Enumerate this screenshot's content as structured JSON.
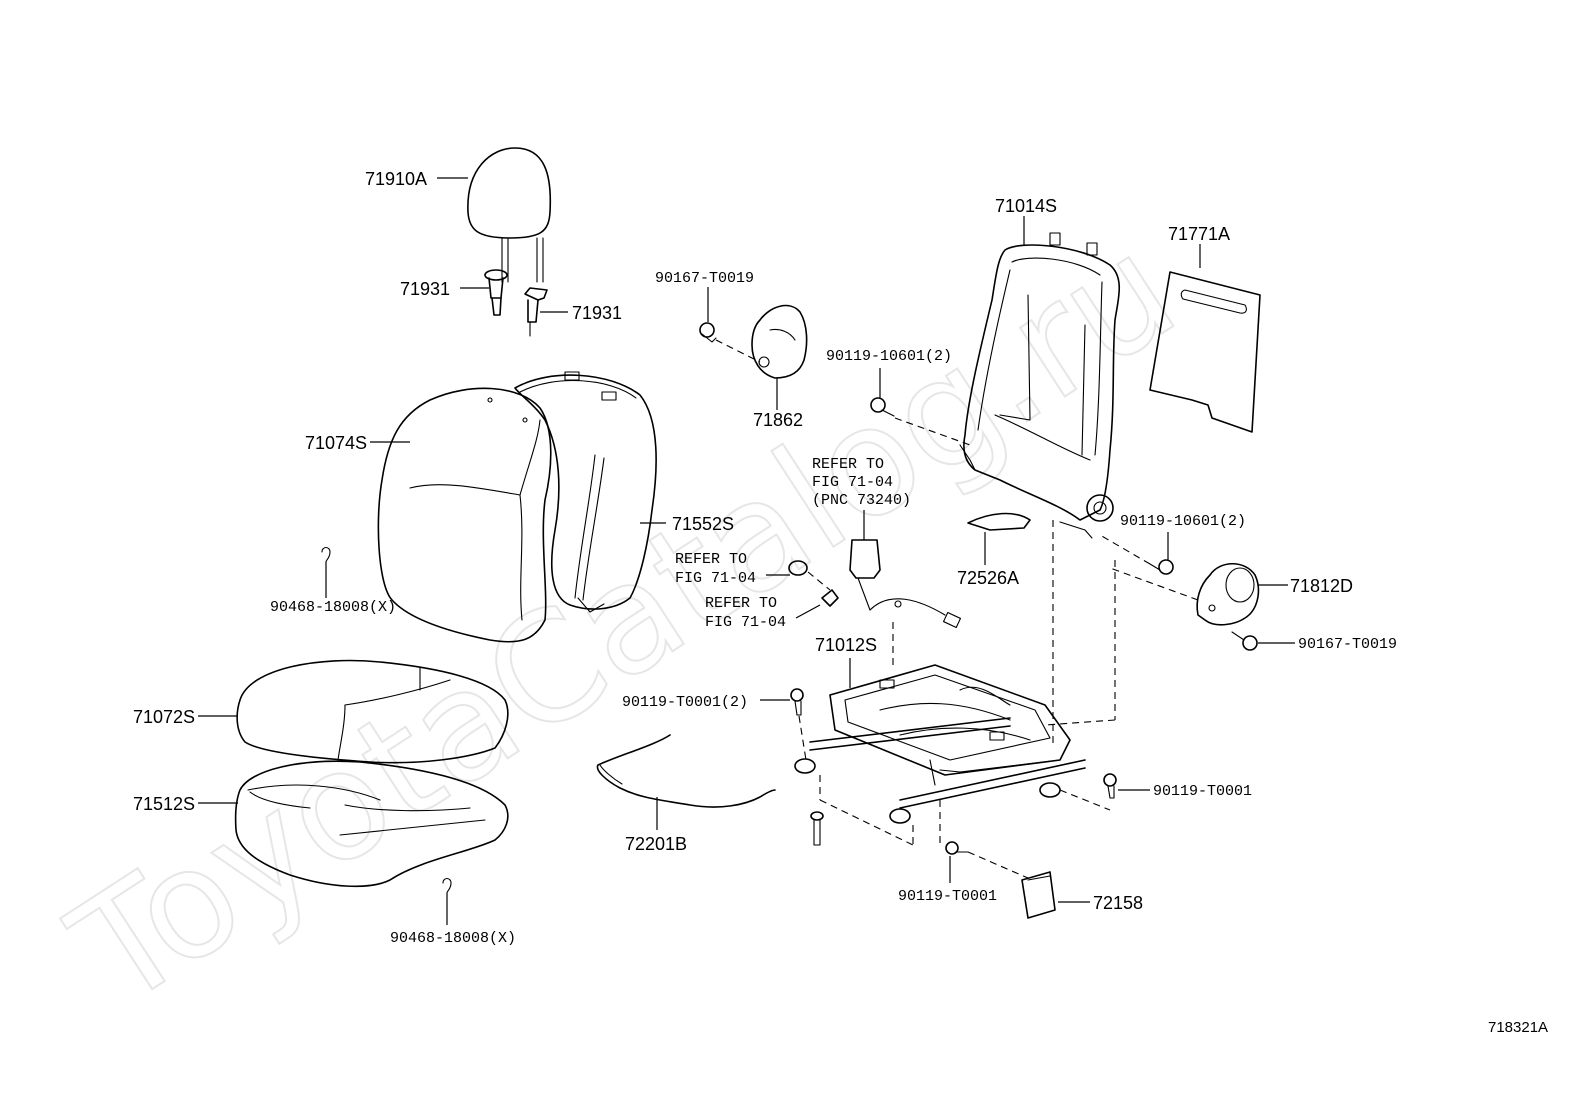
{
  "watermark": "ToyotaCatalog.ru",
  "figure_id": "718321A",
  "parts": {
    "p71910A": "71910A",
    "p71931_left": "71931",
    "p71931_right": "71931",
    "p71074S": "71074S",
    "p71552S": "71552S",
    "p90468_upper": "90468-18008(X)",
    "p71072S": "71072S",
    "p71512S": "71512S",
    "p90468_lower": "90468-18008(X)",
    "p90167_top": "90167-T0019",
    "p71862": "71862",
    "p71014S": "71014S",
    "p71771A": "71771A",
    "p90119_10601_upper": "90119-10601(2)",
    "p90119_10601_right": "90119-10601(2)",
    "p72526A": "72526A",
    "p71812D": "71812D",
    "p90167_right": "90167-T0019",
    "p71012S": "71012S",
    "p90119_T0001_2": "90119-T0001(2)",
    "p90119_T0001_right": "90119-T0001",
    "p90119_T0001_bottom": "90119-T0001",
    "p72201B": "72201B",
    "p72158": "72158"
  },
  "refs": {
    "ref1": [
      "REFER TO",
      "FIG 71-04",
      "(PNC 73240)"
    ],
    "ref2": [
      "REFER TO",
      "FIG 71-04"
    ],
    "ref3": [
      "REFER TO",
      "FIG 71-04"
    ]
  }
}
